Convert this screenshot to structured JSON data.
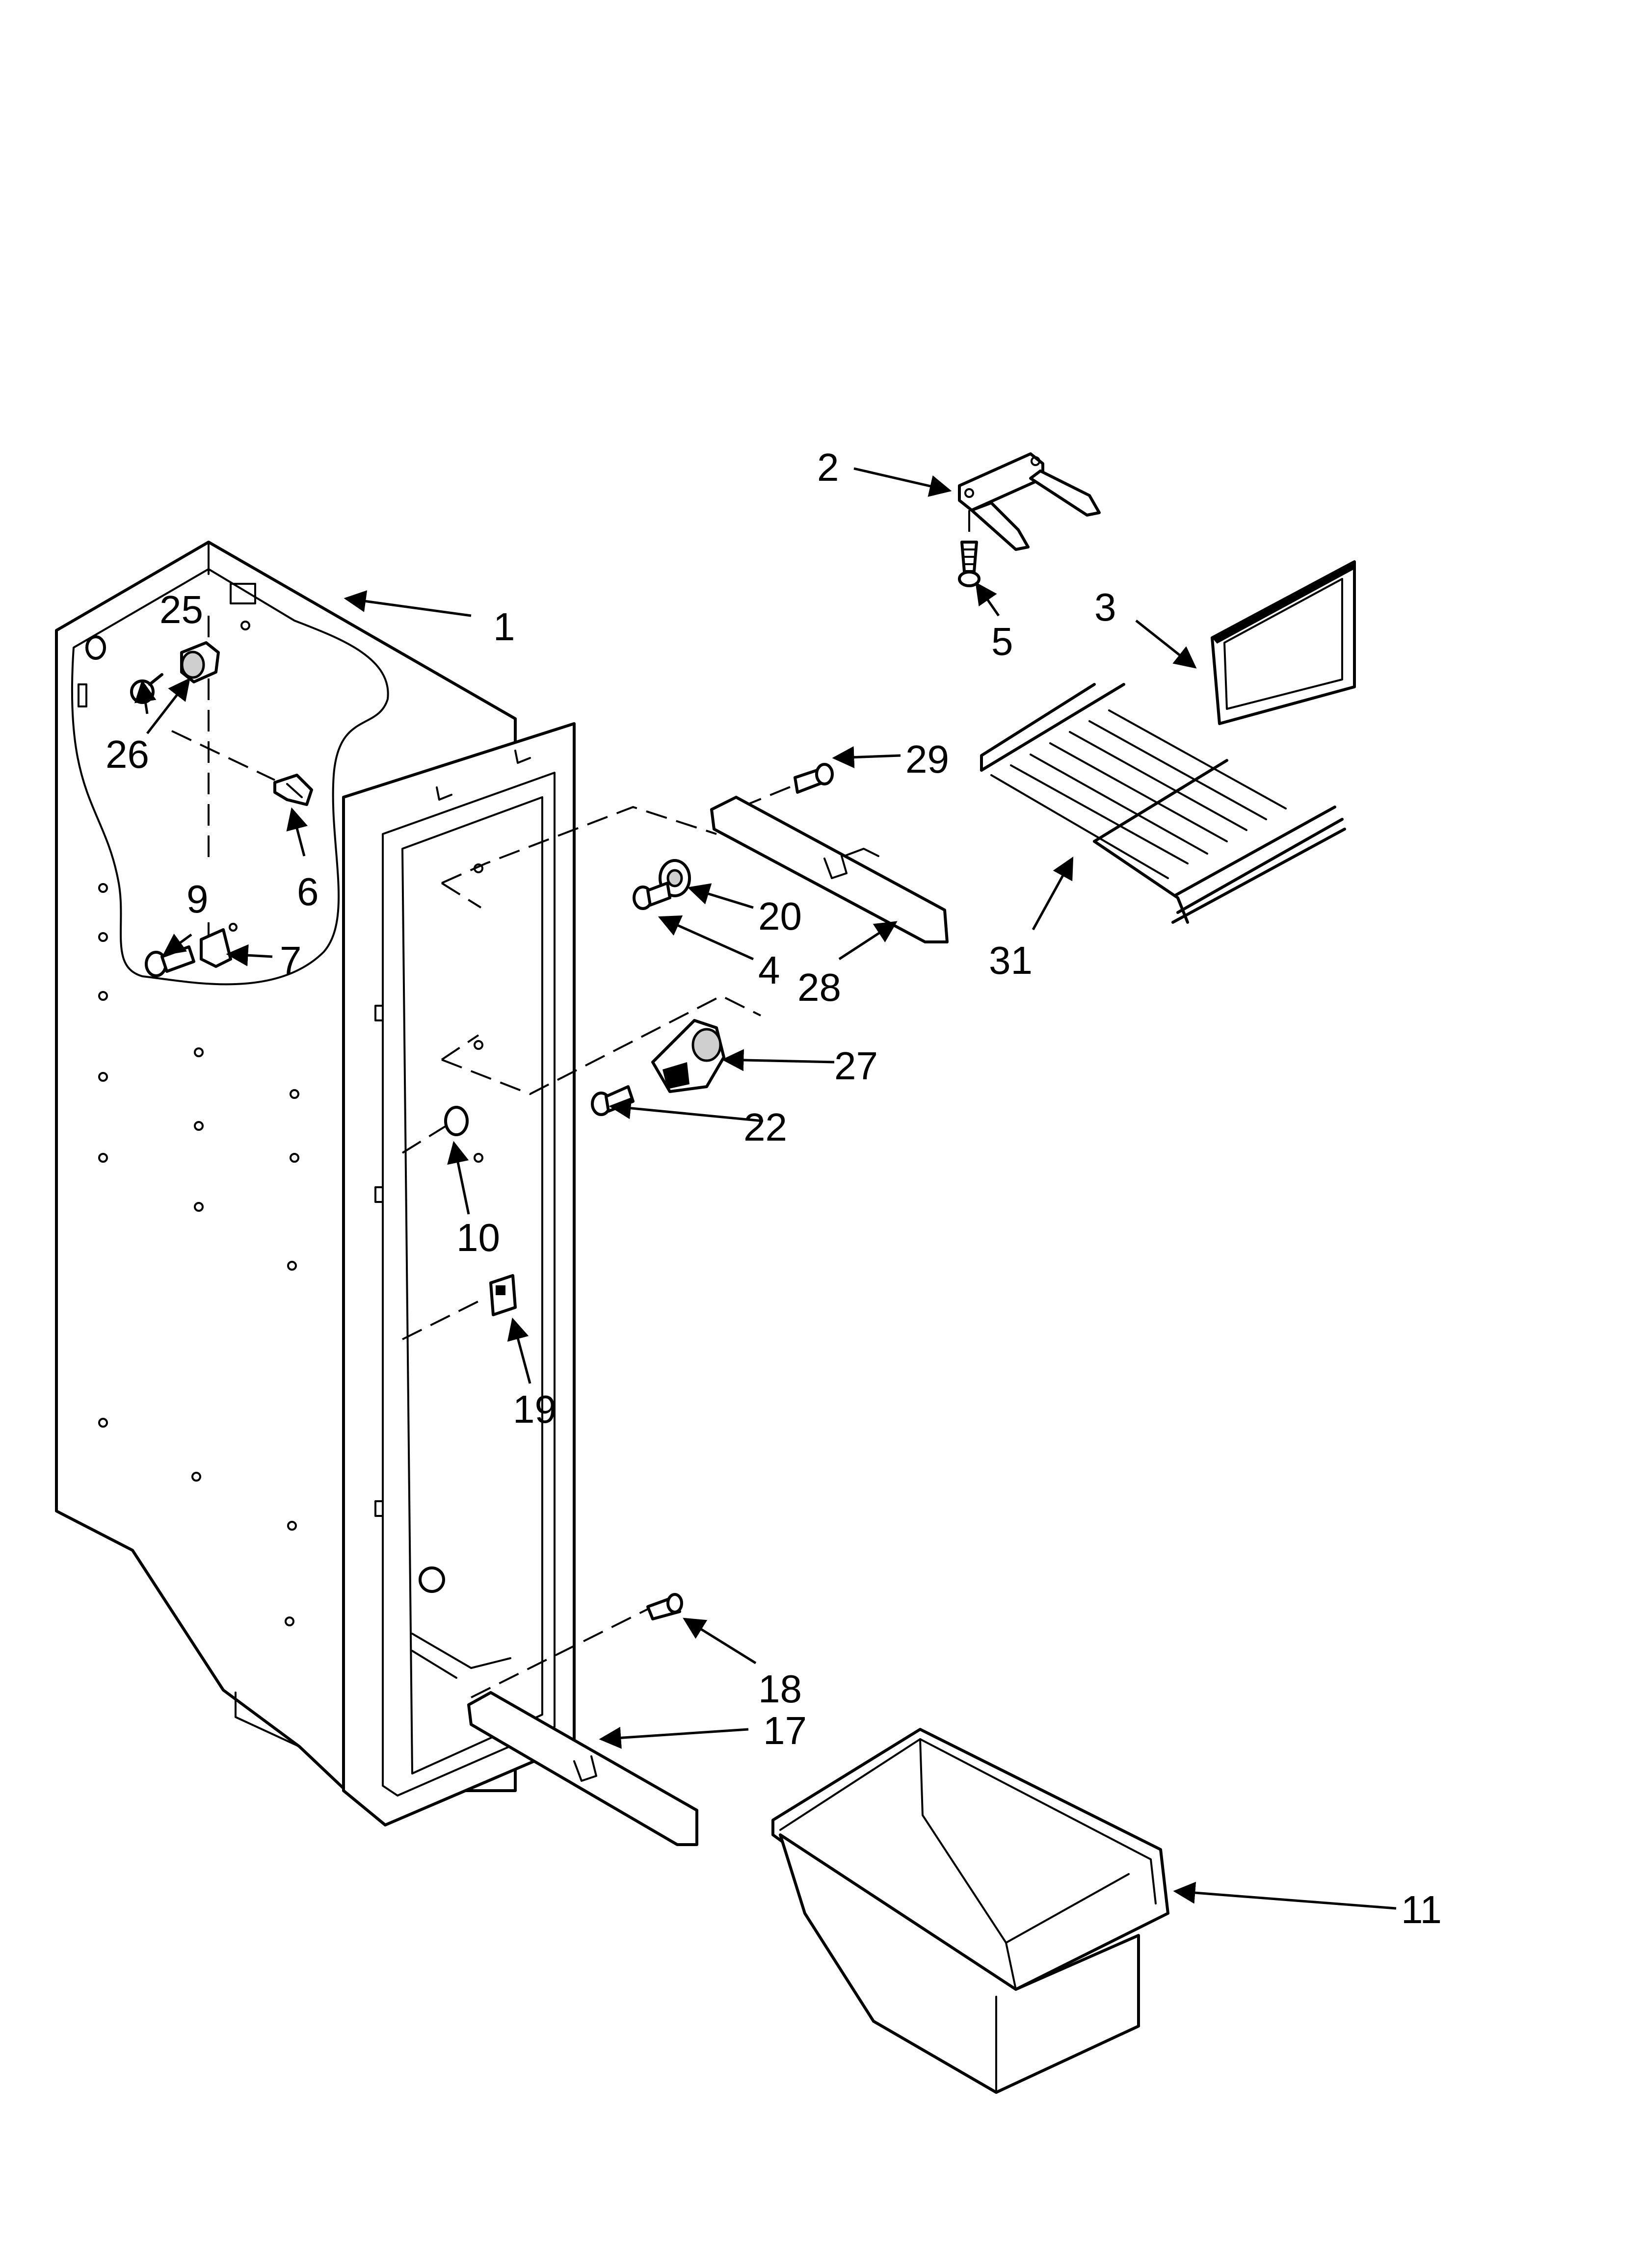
{
  "callouts": {
    "c1": "1",
    "c2": "2",
    "c3": "3",
    "c4": "4",
    "c5": "5",
    "c6": "6",
    "c7": "7",
    "c9": "9",
    "c10": "10",
    "c11": "11",
    "c17": "17",
    "c18": "18",
    "c19": "19",
    "c20": "20",
    "c22": "22",
    "c25": "25",
    "c26": "26",
    "c27": "27",
    "c28": "28",
    "c29": "29",
    "c31": "31"
  },
  "colors": {
    "line": "#000000",
    "background": "#ffffff"
  }
}
